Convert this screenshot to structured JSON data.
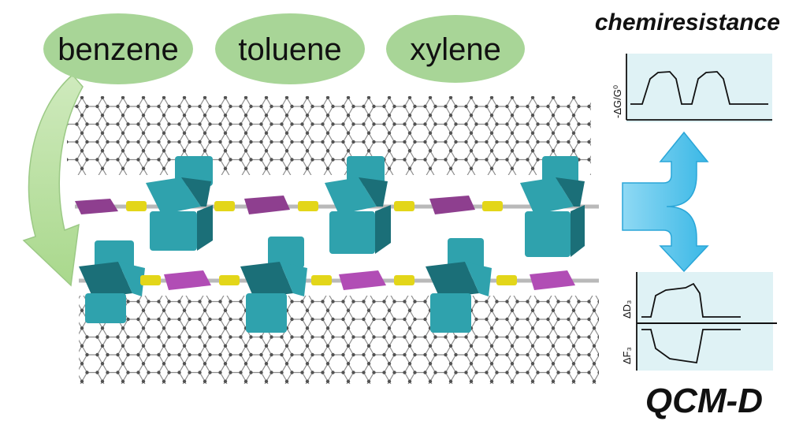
{
  "analytes": [
    {
      "label": "benzene"
    },
    {
      "label": "toluene"
    },
    {
      "label": "xylene"
    }
  ],
  "chemiresistance": {
    "title": "chemiresistance",
    "ylabel": "-ΔG/G⁰"
  },
  "qcmd": {
    "title": "QCM-D",
    "upper_label": "ΔD₃",
    "lower_label": "ΔF₃"
  },
  "colors": {
    "bubble": "#a8d597",
    "panel_bg": "#dff2f5",
    "arrow_blue": "#4fc3ec",
    "green_arrow": "#b9df9f",
    "cyclodextrin": "#2fa2ad",
    "cyclodextrin_dark": "#1b6f78",
    "spacer_purple": "#8e3f8f",
    "linker_yellow": "#e3d619",
    "nanotube": "#6b6b6b"
  }
}
